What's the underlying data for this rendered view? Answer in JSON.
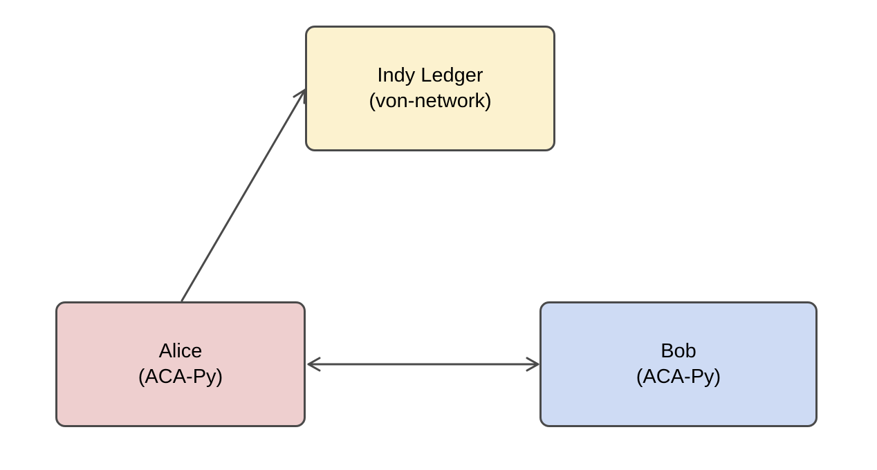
{
  "diagram": {
    "nodes": [
      {
        "id": "ledger",
        "title": "Indy Ledger",
        "subtitle": "(von-network)",
        "fill": "#fcf2cf"
      },
      {
        "id": "alice",
        "title": "Alice",
        "subtitle": "(ACA-Py)",
        "fill": "#eecfcf"
      },
      {
        "id": "bob",
        "title": "Bob",
        "subtitle": "(ACA-Py)",
        "fill": "#cedbf4"
      }
    ],
    "edges": [
      {
        "from": "alice",
        "to": "ledger",
        "direction": "one-way"
      },
      {
        "from": "alice",
        "to": "bob",
        "direction": "two-way"
      }
    ],
    "colors": {
      "border": "#4a4a4a",
      "arrow": "#4a4a4a",
      "background": "#ffffff"
    }
  }
}
